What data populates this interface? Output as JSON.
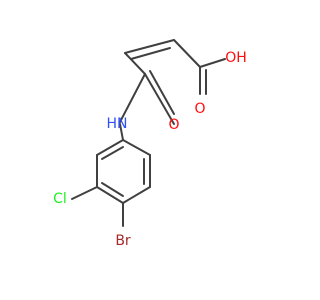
{
  "atoms": {
    "O_carbonyl_acid": {
      "label": "O",
      "color": "#ff0d0d"
    },
    "OH": {
      "label": "OH",
      "color": "#ff0d0d"
    },
    "O_amide": {
      "label": "O",
      "color": "#ff0d0d"
    },
    "NH": {
      "label": "HN",
      "color": "#3050f8"
    },
    "Cl": {
      "label": "Cl",
      "color": "#1ff01f"
    },
    "Br": {
      "label": "Br",
      "color": "#a62929"
    }
  }
}
